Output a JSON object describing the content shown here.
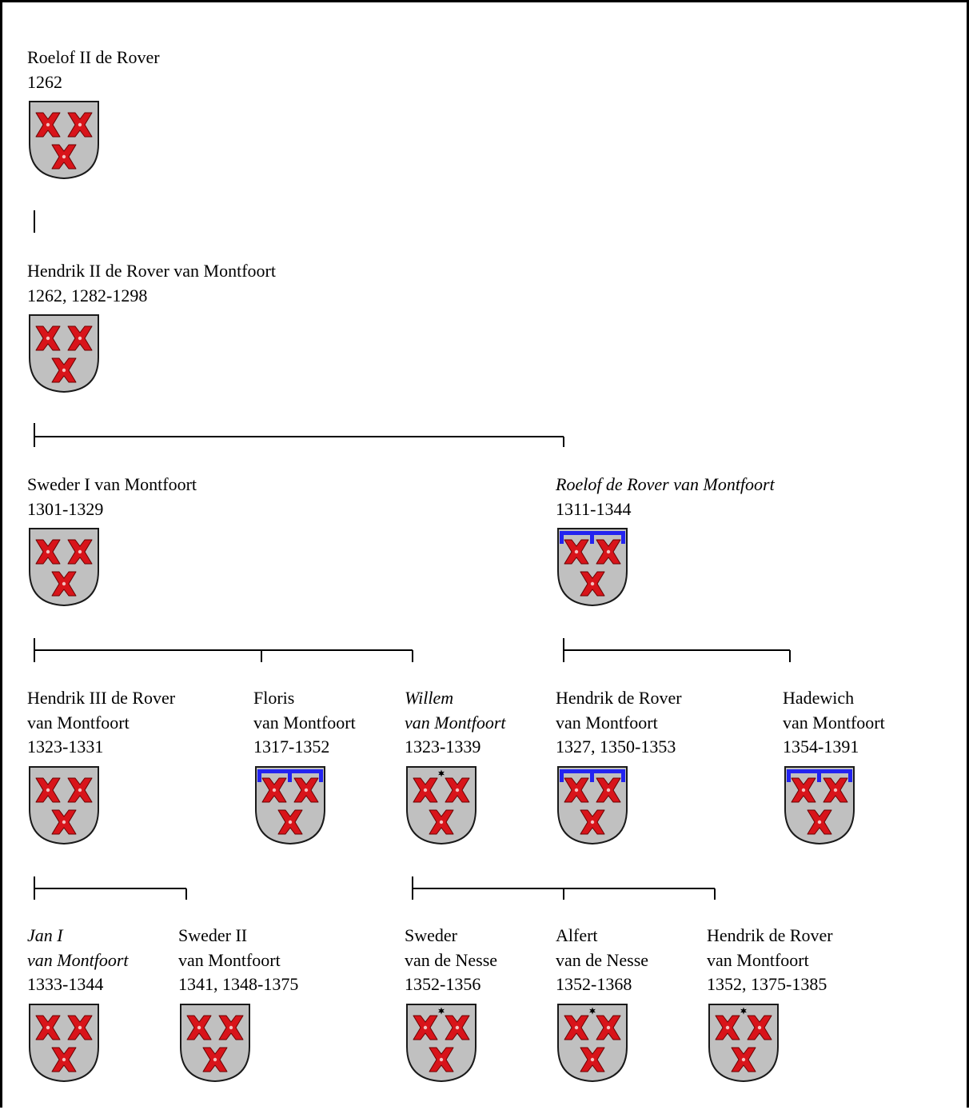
{
  "persons": [
    {
      "id": "roelof-ii",
      "name_lines": [
        "Roelof II de Rover"
      ],
      "dates": "1262",
      "italic": false,
      "arms": "plain"
    },
    {
      "id": "hendrik-ii",
      "name_lines": [
        "Hendrik II de Rover van Montfoort"
      ],
      "dates": "1262, 1282-1298",
      "italic": false,
      "arms": "plain"
    },
    {
      "id": "sweder-i",
      "name_lines": [
        "Sweder I van Montfoort"
      ],
      "dates": "1301-1329",
      "italic": false,
      "arms": "plain"
    },
    {
      "id": "roelof-de-rover",
      "name_lines": [
        "Roelof de Rover van Montfoort"
      ],
      "dates": "1311-1344",
      "italic": true,
      "arms": "label"
    },
    {
      "id": "hendrik-iii",
      "name_lines": [
        "Hendrik III de Rover",
        "van Montfoort"
      ],
      "dates": "1323-1331",
      "italic": false,
      "arms": "plain"
    },
    {
      "id": "floris",
      "name_lines": [
        "Floris",
        "van Montfoort"
      ],
      "dates": "1317-1352",
      "italic": false,
      "arms": "label"
    },
    {
      "id": "willem",
      "name_lines": [
        "Willem",
        "van Montfoort"
      ],
      "dates": "1323-1339",
      "italic": true,
      "arms": "mullet"
    },
    {
      "id": "hendrik-de-rover-1",
      "name_lines": [
        "Hendrik de Rover",
        "van Montfoort"
      ],
      "dates": "1327, 1350-1353",
      "italic": false,
      "arms": "label"
    },
    {
      "id": "hadewich",
      "name_lines": [
        "Hadewich",
        "van Montfoort"
      ],
      "dates": "1354-1391",
      "italic": false,
      "arms": "label"
    },
    {
      "id": "jan-i",
      "name_lines": [
        "Jan I",
        "van Montfoort"
      ],
      "dates": "1333-1344",
      "italic": true,
      "arms": "plain"
    },
    {
      "id": "sweder-ii",
      "name_lines": [
        "Sweder II",
        "van Montfoort"
      ],
      "dates": "1341, 1348-1375",
      "italic": false,
      "arms": "plain"
    },
    {
      "id": "sweder-nesse",
      "name_lines": [
        "Sweder",
        "van de Nesse"
      ],
      "dates": "1352-1356",
      "italic": false,
      "arms": "mullet"
    },
    {
      "id": "alfert-nesse",
      "name_lines": [
        "Alfert",
        "van de Nesse"
      ],
      "dates": "1352-1368",
      "italic": false,
      "arms": "mullet"
    },
    {
      "id": "hendrik-de-rover-2",
      "name_lines": [
        "Hendrik de Rover",
        "van Montfoort"
      ],
      "dates": "1352, 1375-1385",
      "italic": false,
      "arms": "mullet"
    }
  ],
  "colors": {
    "shield_fill": "#c0c0c0",
    "shield_outline": "#1a1a1a",
    "cross_fill": "#d8141a",
    "cross_outline": "#6a0000",
    "label_bar": "#2323f0",
    "mullet": "#000000",
    "line": "#000000"
  }
}
